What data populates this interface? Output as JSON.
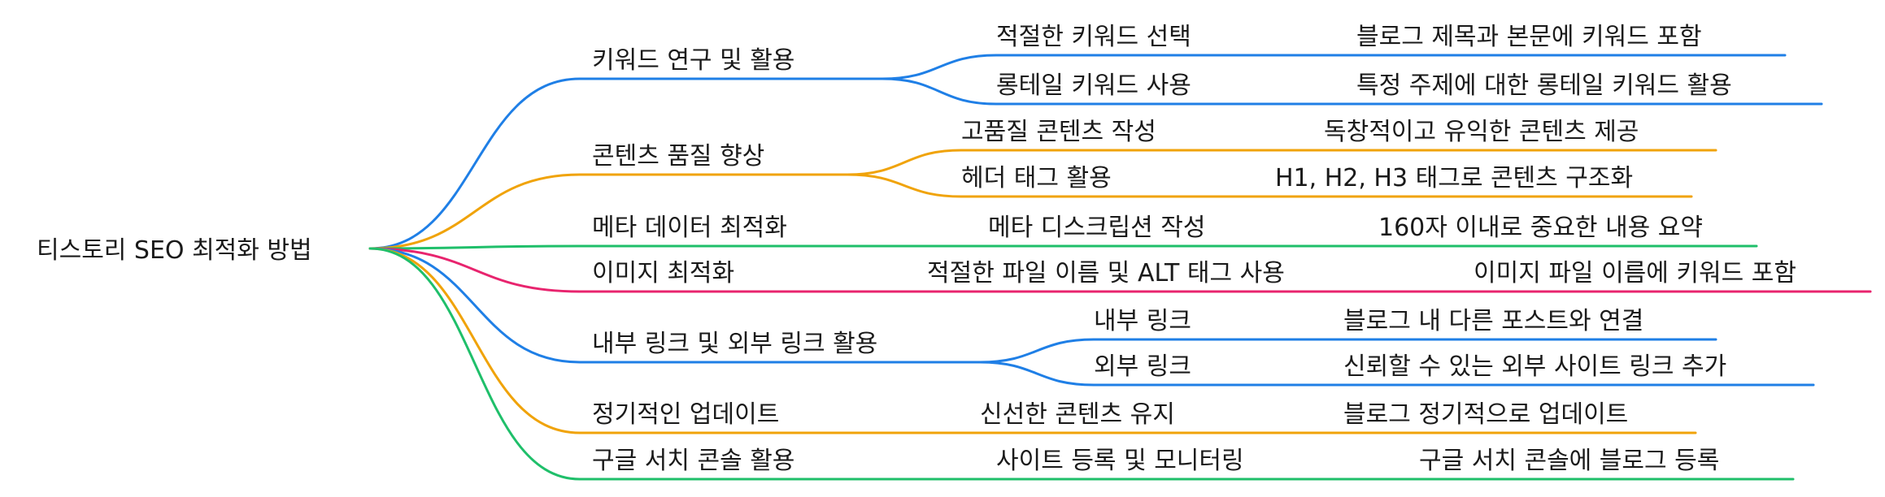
{
  "mindmap": {
    "root": "티스토리 SEO 최적화 방법",
    "branches": [
      {
        "label": "키워드 연구 및 활용",
        "color": "#1f7fe6",
        "children": [
          {
            "label": "적절한 키워드 선택",
            "detail": "블로그 제목과 본문에 키워드 포함"
          },
          {
            "label": "롱테일 키워드 사용",
            "detail": "특정 주제에 대한 롱테일 키워드 활용"
          }
        ]
      },
      {
        "label": "콘텐츠 품질 향상",
        "color": "#f0a30a",
        "children": [
          {
            "label": "고품질 콘텐츠 작성",
            "detail": "독창적이고 유익한 콘텐츠 제공"
          },
          {
            "label": "헤더 태그 활용",
            "detail": "H1, H2, H3 태그로 콘텐츠 구조화"
          }
        ]
      },
      {
        "label": "메타 데이터 최적화",
        "color": "#1fbf6a",
        "children": [
          {
            "label": "메타 디스크립션 작성",
            "detail": "160자 이내로 중요한 내용 요약"
          }
        ]
      },
      {
        "label": "이미지 최적화",
        "color": "#e8246e",
        "children": [
          {
            "label": "적절한 파일 이름 및 ALT 태그 사용",
            "detail": "이미지 파일 이름에 키워드 포함"
          }
        ]
      },
      {
        "label": "내부 링크 및 외부 링크 활용",
        "color": "#1f7fe6",
        "children": [
          {
            "label": "내부 링크",
            "detail": "블로그 내 다른 포스트와 연결"
          },
          {
            "label": "외부 링크",
            "detail": "신뢰할 수 있는 외부 사이트 링크 추가"
          }
        ]
      },
      {
        "label": "정기적인 업데이트",
        "color": "#f0a30a",
        "children": [
          {
            "label": "신선한 콘텐츠 유지",
            "detail": "블로그 정기적으로 업데이트"
          }
        ]
      },
      {
        "label": "구글 서치 콘솔 활용",
        "color": "#1fbf6a",
        "children": [
          {
            "label": "사이트 등록 및 모니터링",
            "detail": "구글 서치 콘솔에 블로그 등록"
          }
        ]
      }
    ]
  }
}
